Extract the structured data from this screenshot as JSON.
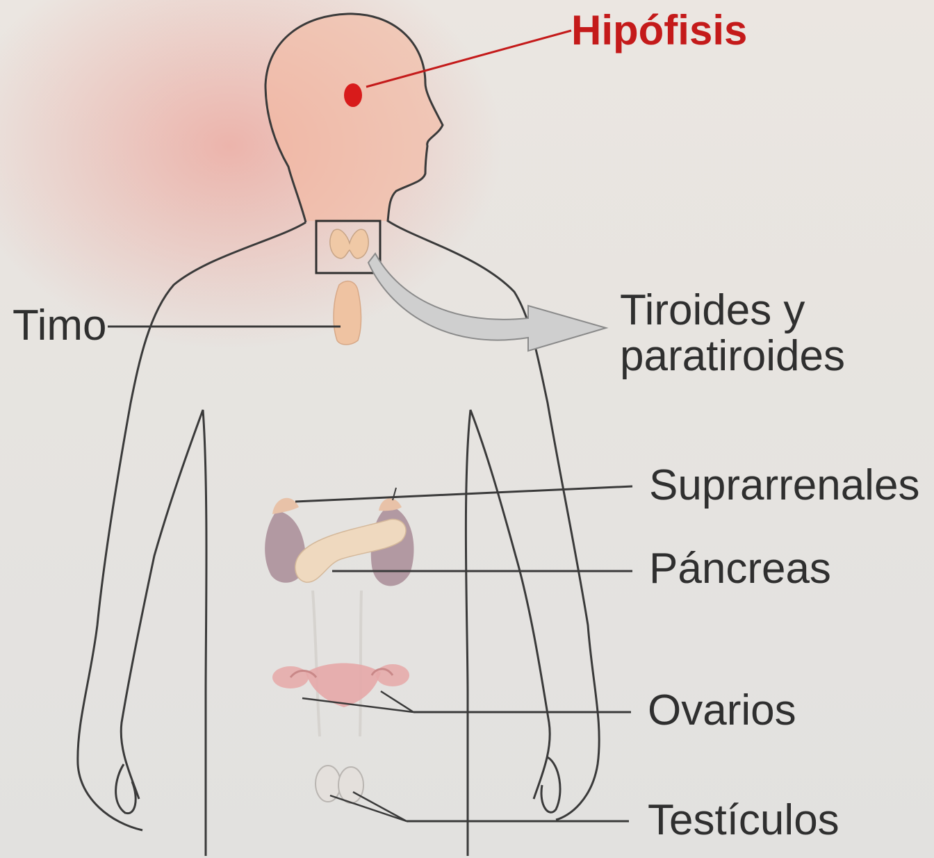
{
  "colors": {
    "accent": "#c41a1a",
    "outline": "#3a3a3a",
    "label_text": "#2f2f2f",
    "head_fill": "#f4b79c",
    "organ_fill": "#e8c2a8",
    "kidney_fill": "#a98c96",
    "reproductive_fill": "#e6a8a8",
    "arrow_fill": "#c9c9c9"
  },
  "labels": {
    "hipofisis": "Hipófisis",
    "timo": "Timo",
    "tiroides_line1": "Tiroides y",
    "tiroides_line2": "paratiroides",
    "suprarrenales": "Suprarrenales",
    "pancreas": "Páncreas",
    "ovarios": "Ovarios",
    "testiculos": "Testículos"
  },
  "icons": {
    "pointer": "arrow-right-icon",
    "inset": "thyroid-box-icon"
  }
}
